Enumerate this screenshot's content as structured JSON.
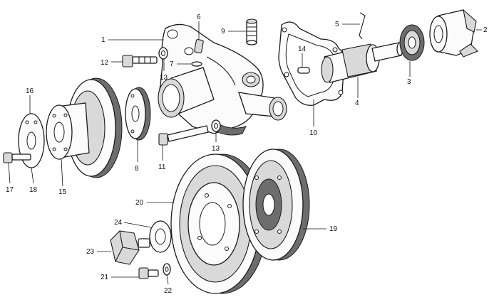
{
  "callouts": [
    {
      "id": "c1",
      "text": "1"
    },
    {
      "id": "c2",
      "text": "2"
    },
    {
      "id": "c3",
      "text": "3"
    },
    {
      "id": "c4",
      "text": "4"
    },
    {
      "id": "c5",
      "text": "5"
    },
    {
      "id": "c6",
      "text": "6"
    },
    {
      "id": "c7",
      "text": "7"
    },
    {
      "id": "c8",
      "text": "8"
    },
    {
      "id": "c9",
      "text": "9"
    },
    {
      "id": "c10",
      "text": "10"
    },
    {
      "id": "c11",
      "text": "11"
    },
    {
      "id": "c12",
      "text": "12"
    },
    {
      "id": "c13a",
      "text": "13"
    },
    {
      "id": "c13b",
      "text": "13"
    },
    {
      "id": "c14",
      "text": "14"
    },
    {
      "id": "c15",
      "text": "15"
    },
    {
      "id": "c16",
      "text": "16"
    },
    {
      "id": "c17",
      "text": "17"
    },
    {
      "id": "c18",
      "text": "18"
    },
    {
      "id": "c19",
      "text": "19"
    },
    {
      "id": "c20",
      "text": "20"
    },
    {
      "id": "c21",
      "text": "21"
    },
    {
      "id": "c22",
      "text": "22"
    },
    {
      "id": "c23",
      "text": "23"
    },
    {
      "id": "c24",
      "text": "24"
    }
  ]
}
